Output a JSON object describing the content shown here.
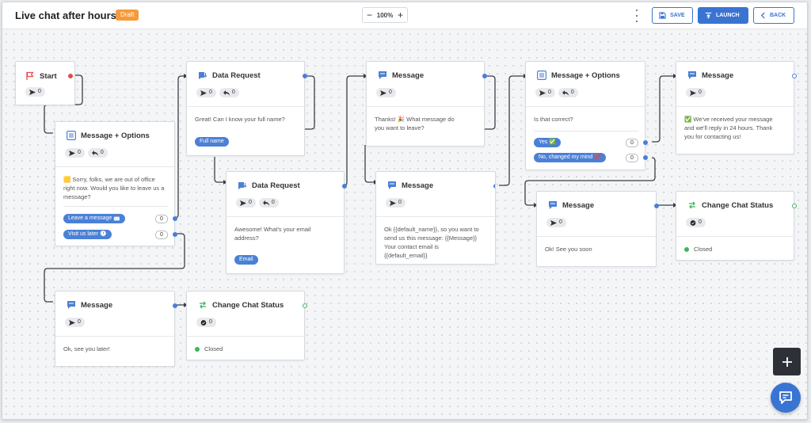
{
  "header": {
    "title": "Live chat after hours",
    "status_badge": "Draft",
    "zoom_level": "100%",
    "zoom_out": "−",
    "zoom_in": "+",
    "save_label": "SAVE",
    "launch_label": "LAUNCH",
    "back_label": "BACK"
  },
  "colors": {
    "accent": "#3a74d3",
    "draft": "#f59a3b",
    "success": "#3cb55e",
    "danger": "#e84a4a"
  },
  "nodes": {
    "start": {
      "title": "Start",
      "icon": "flag-icon",
      "sent": "0"
    },
    "mo1": {
      "title": "Message + Options",
      "icon": "list-icon",
      "sent": "0",
      "replies": "0",
      "text": "🟨 Sorry, folks, we are out of office right now. Would you like to leave us a message?",
      "options": [
        {
          "label": "Leave a message 📩",
          "count": "0"
        },
        {
          "label": "Visit us later 🕐",
          "count": "0"
        }
      ]
    },
    "dr1": {
      "title": "Data Request",
      "icon": "data-request-icon",
      "sent": "0",
      "replies": "0",
      "text": "Great! Can I know your full name?",
      "field": "Full name"
    },
    "dr2": {
      "title": "Data Request",
      "icon": "data-request-icon",
      "sent": "0",
      "replies": "0",
      "text": "Awesome! What's your email address?",
      "field": "Email"
    },
    "msg1": {
      "title": "Message",
      "icon": "message-icon",
      "sent": "0",
      "text": "Thanks! 🎉 What message do you want to leave?"
    },
    "msg2": {
      "title": "Message",
      "icon": "message-icon",
      "sent": "0",
      "text": "Ok {{default_name}}, so you want to send us this message: {{Message}} Your contact email is {{default_email}}"
    },
    "mo2": {
      "title": "Message + Options",
      "icon": "list-icon",
      "sent": "0",
      "replies": "0",
      "text": "Is that correct?",
      "options": [
        {
          "label": "Yes ✅",
          "count": "0"
        },
        {
          "label": "No, changed my mind ❌",
          "count": "0"
        }
      ]
    },
    "msg3": {
      "title": "Message",
      "icon": "message-icon",
      "sent": "0",
      "text": "✅ We've received your message and we'll reply in 24 hours. Thank you for contacting us!"
    },
    "msg4": {
      "title": "Message",
      "icon": "message-icon",
      "sent": "0",
      "text": "Ok! See you soon"
    },
    "cs1": {
      "title": "Change Chat Status",
      "icon": "status-change-icon",
      "count": "0",
      "status": "Closed"
    },
    "msg5": {
      "title": "Message",
      "icon": "message-icon",
      "sent": "0",
      "text": "Ok, see you later!"
    },
    "cs2": {
      "title": "Change Chat Status",
      "icon": "status-change-icon",
      "count": "0",
      "status": "Closed"
    }
  }
}
